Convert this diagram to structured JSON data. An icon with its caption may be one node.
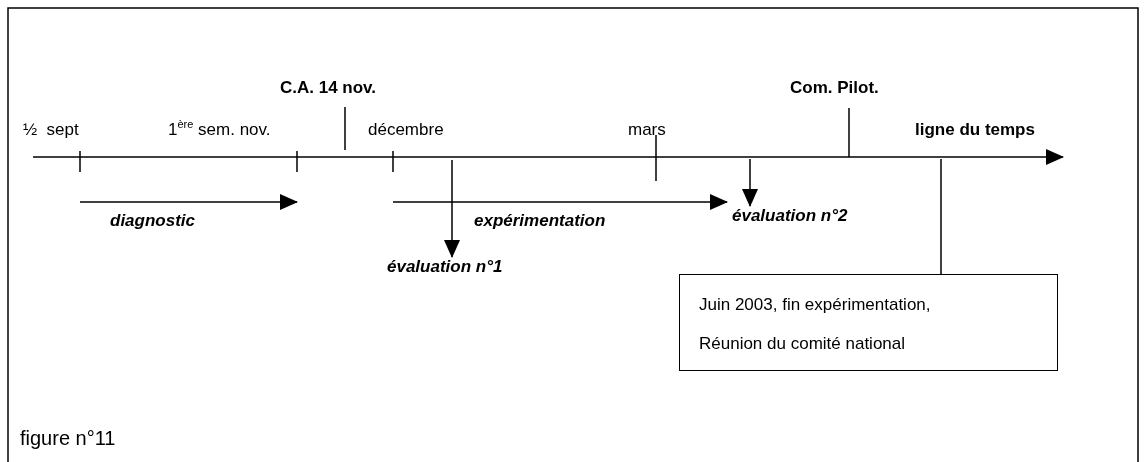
{
  "diagram": {
    "caption": "figure n°11",
    "nodes": [
      {
        "text": [
          "évaluation n°1"
        ]
      },
      {
        "text": [
          "évaluation n°2"
        ]
      },
      {
        "text": [
          "Juin 2003, fin expérimentation, Réunion du comité national"
        ]
      }
    ],
    "edges": [
      {
        "from": null,
        "to": 0,
        "arrow": "to"
      },
      {
        "from": null,
        "to": 1,
        "arrow": "to"
      },
      {
        "from": null,
        "to": 2,
        "arrow": "none"
      }
    ],
    "labels": [
      "C.A. 14 nov.",
      "Com. Pilot.",
      "½  sept",
      "1$^{ère}$ sem. nov.",
      "décembre",
      "mars",
      "ligne du temps",
      "diagnostic",
      "expérimentation"
    ]
  }
}
